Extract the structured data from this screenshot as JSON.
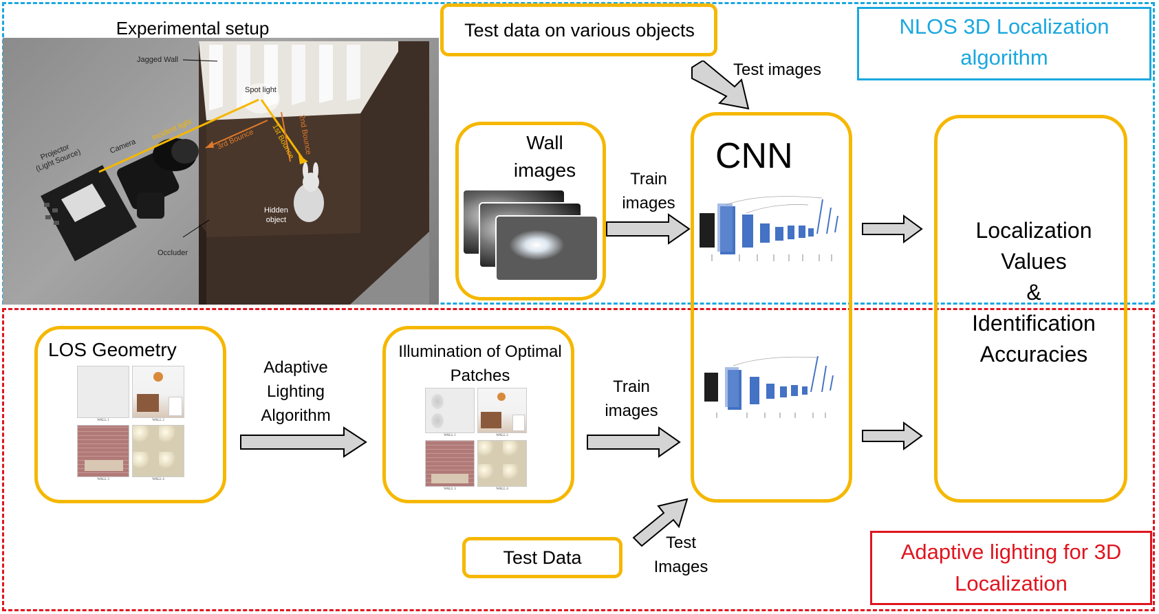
{
  "colors": {
    "nlos_border": "#1aa7df",
    "adaptive_border": "#e0141e",
    "box_border": "#f5b700",
    "arrow_fill": "#d4d4d4",
    "cnn_blue": "#4472c4"
  },
  "experimental_setup": {
    "title": "Experimental setup",
    "labels": {
      "jagged_wall": "Jagged Wall",
      "spot_light": "Spot light",
      "projector": "Projector\n(Light Source)",
      "camera": "Camera",
      "incident_light": "Incident light",
      "bounce3": "3rd Bounce",
      "bounce1": "1st Bounce",
      "bounce2": "2nd Bounce",
      "hidden_object": "Hidden\nobject",
      "occluder": "Occluder"
    }
  },
  "nlos": {
    "title": "NLOS 3D Localization algorithm",
    "test_data_box": "Test data on various objects",
    "test_images_label": "Test images",
    "wall_images_box": "Wall images",
    "train_images_label": "Train images"
  },
  "cnn": {
    "label": "CNN"
  },
  "output": {
    "text": "Localization Values & Identification Accuracies",
    "line1": "Localization",
    "line2": "Values",
    "line3": "&",
    "line4": "Identification",
    "line5": "Accuracies"
  },
  "adaptive": {
    "title": "Adaptive lighting for 3D Localization",
    "los_box_title": "LOS Geometry",
    "algorithm_label": "Adaptive Lighting Algorithm",
    "illumination_box_title": "Illumination of Optimal Patches",
    "train_images_label": "Train images",
    "test_data_box": "Test Data",
    "test_images_label": "Test Images",
    "wall_captions": [
      "WALL 1",
      "WALL 2",
      "WALL 3",
      "WALL 4"
    ]
  }
}
